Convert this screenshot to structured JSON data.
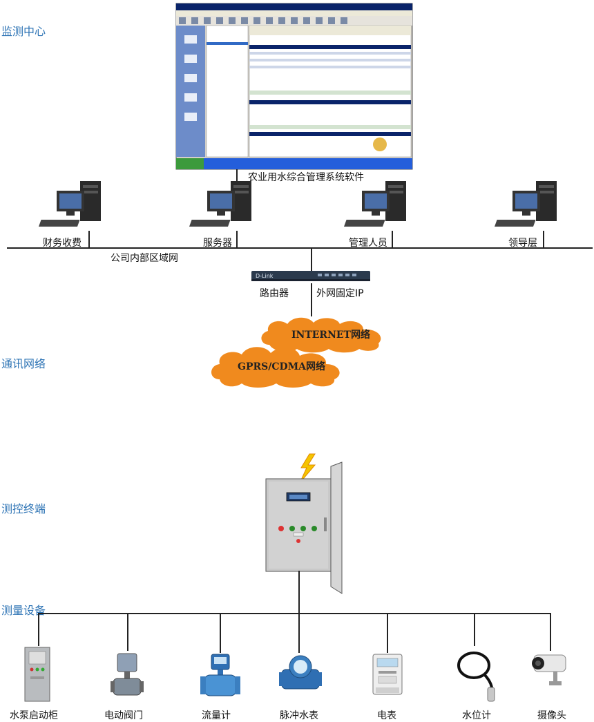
{
  "sections": {
    "monitoring_center": "监测中心",
    "communication_network": "通讯网络",
    "control_terminal": "测控终端",
    "measurement_devices": "测量设备"
  },
  "software": {
    "caption": "农业用水综合管理系统软件"
  },
  "office_lan": {
    "name": "公司内部区域网",
    "computers": [
      "财务收费",
      "服务器",
      "管理人员",
      "领导层"
    ]
  },
  "router": {
    "label": "路由器",
    "ip_label": "外网固定IP",
    "brand": "D-Link"
  },
  "clouds": {
    "internet": "INTERNET网络",
    "gprs": "GPRS/CDMA网络"
  },
  "devices": [
    "水泵启动柜",
    "电动阀门",
    "流量计",
    "脉冲水表",
    "电表",
    "水位计",
    "摄像头"
  ],
  "colors": {
    "section_label": "#2e74b5",
    "cloud": "#f08a1e",
    "line": "#222222"
  }
}
